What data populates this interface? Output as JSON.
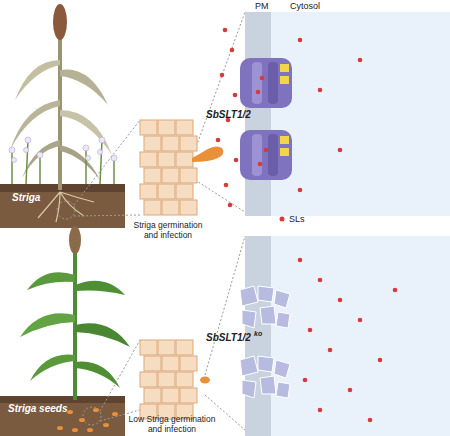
{
  "diagram": {
    "labels": [
      "PM",
      "Cytosol",
      "Striga",
      "Striga germination and infection",
      "SbSLT1/2",
      "SLs",
      "Striga seeds",
      "Low Striga germination and infection",
      "SbSLT1/2",
      "ko"
    ]
  }
}
